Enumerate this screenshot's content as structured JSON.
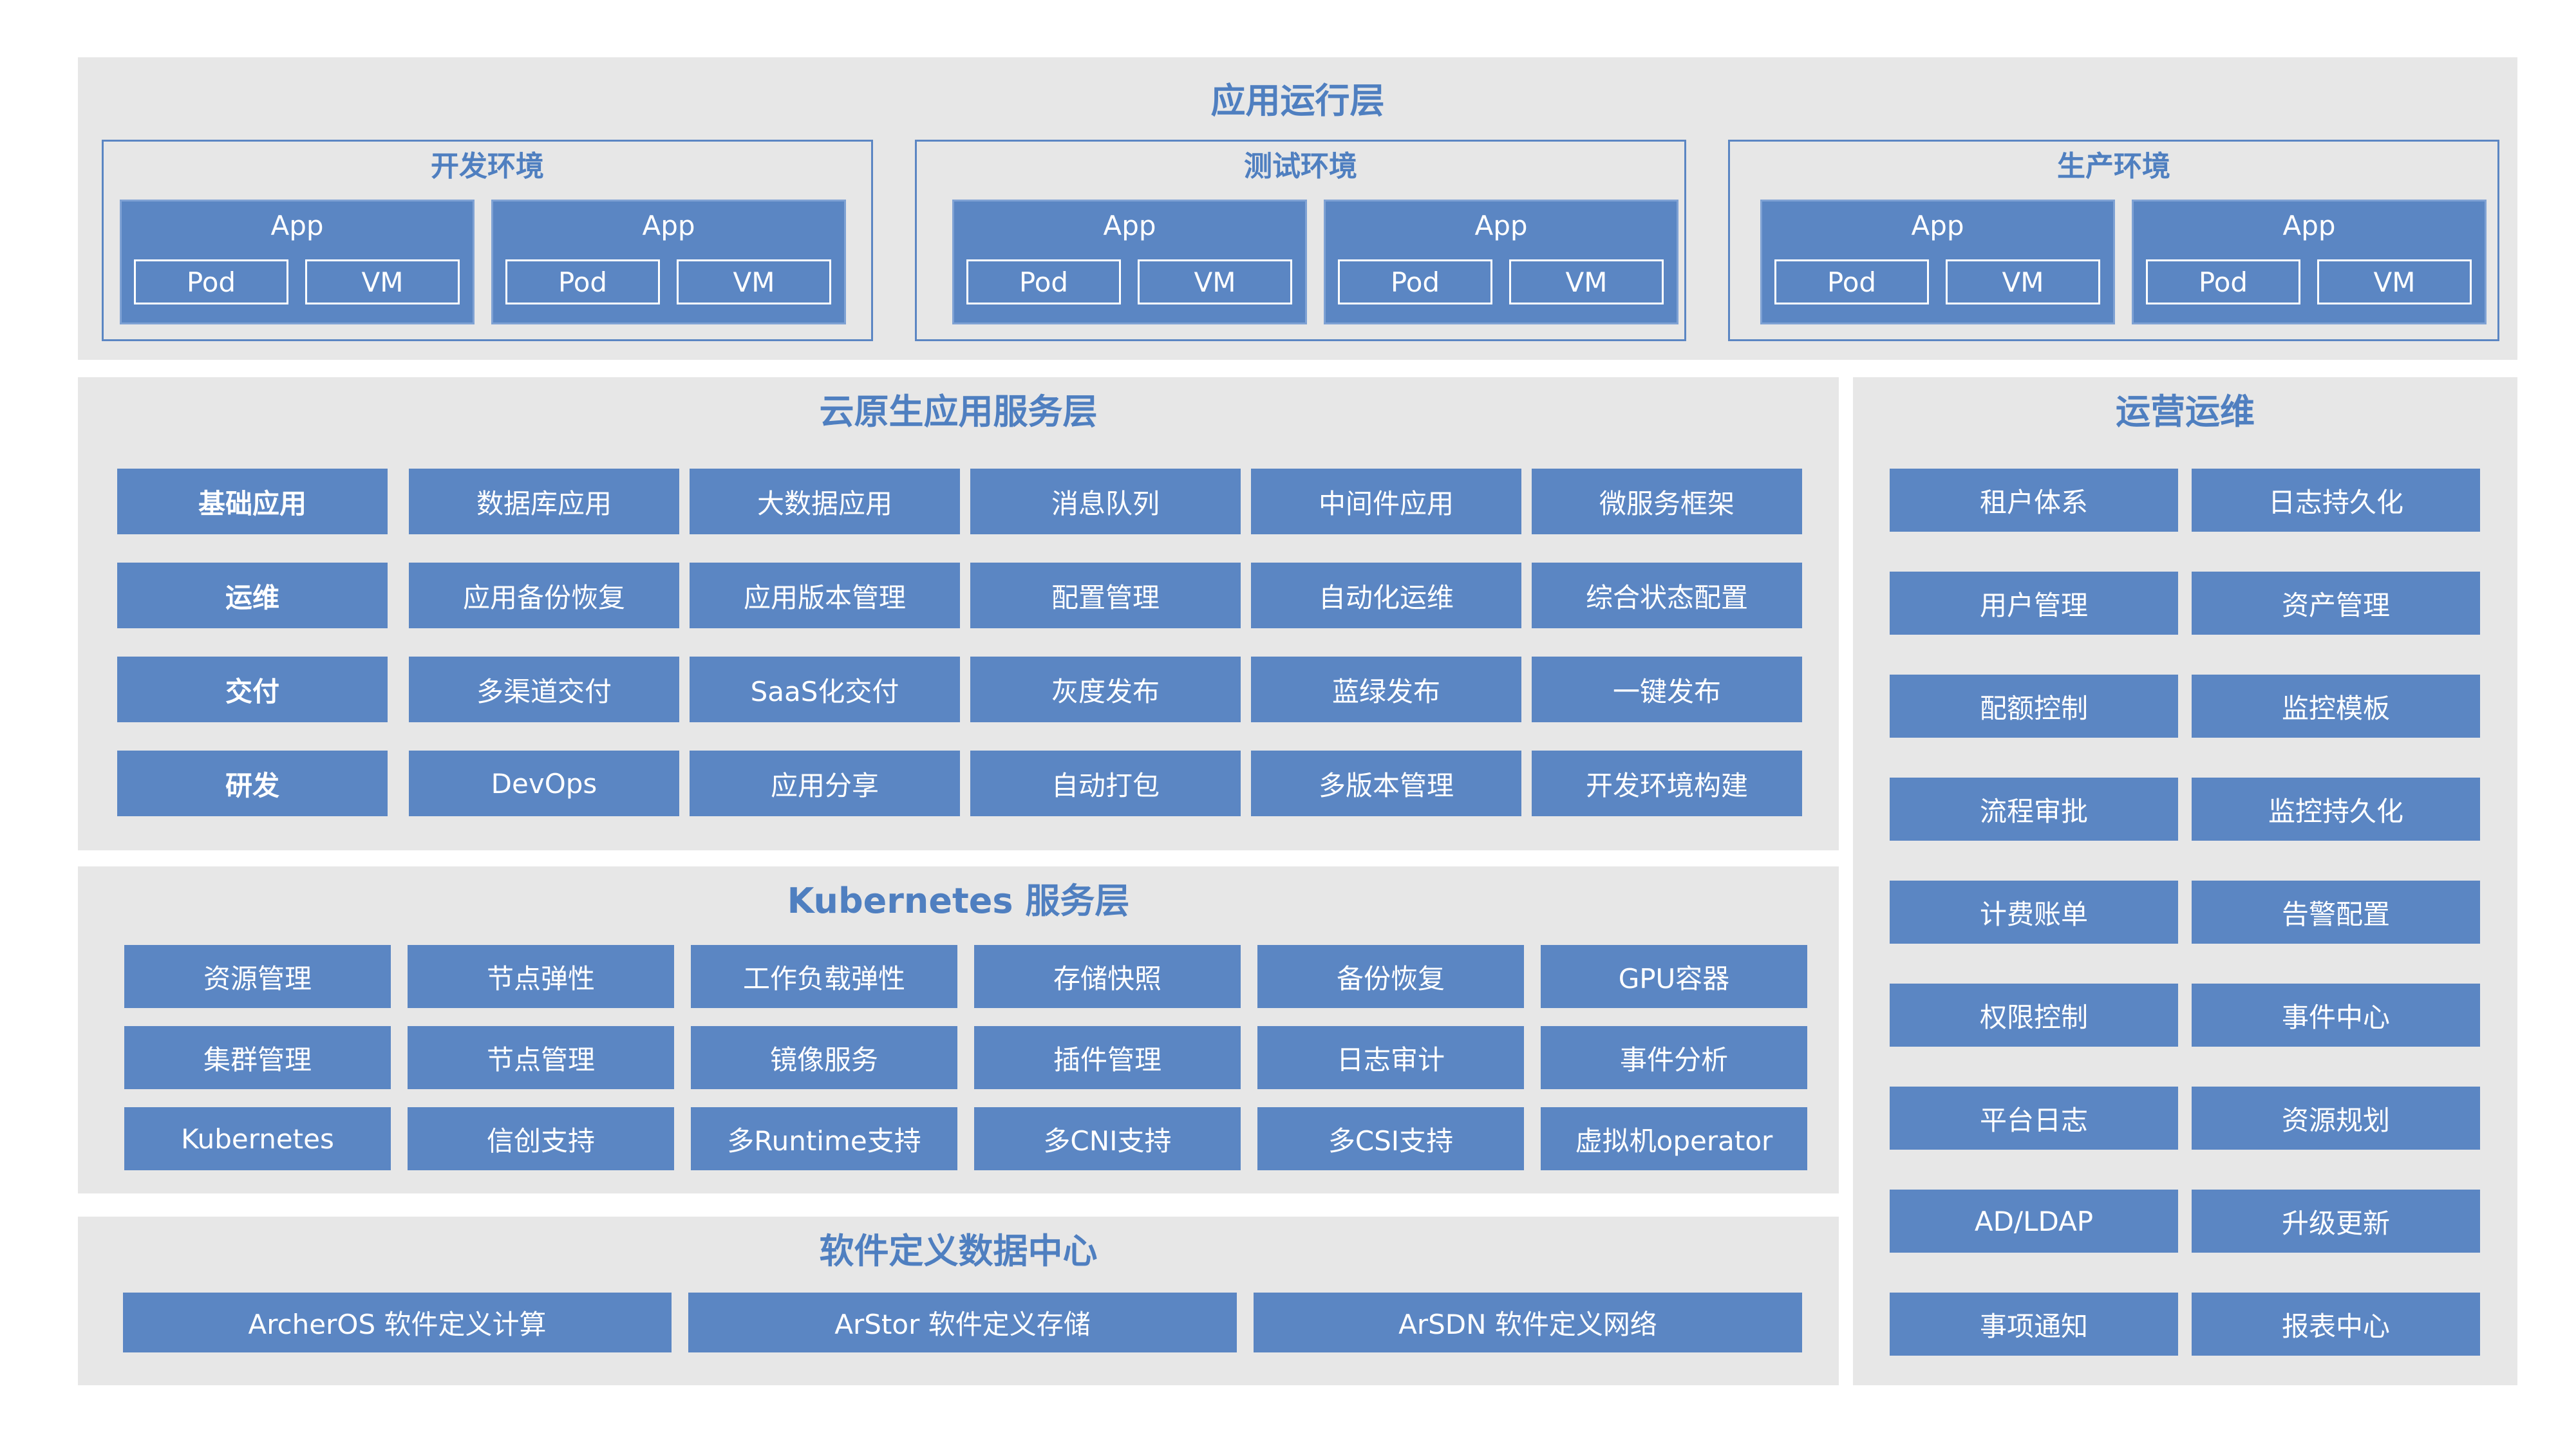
{
  "runtime_layer": {
    "title": "应用运行层",
    "envs": [
      {
        "title": "开发环境",
        "apps": [
          {
            "label": "App",
            "pod": "Pod",
            "vm": "VM"
          },
          {
            "label": "App",
            "pod": "Pod",
            "vm": "VM"
          }
        ]
      },
      {
        "title": "测试环境",
        "apps": [
          {
            "label": "App",
            "pod": "Pod",
            "vm": "VM"
          },
          {
            "label": "App",
            "pod": "Pod",
            "vm": "VM"
          }
        ]
      },
      {
        "title": "生产环境",
        "apps": [
          {
            "label": "App",
            "pod": "Pod",
            "vm": "VM"
          },
          {
            "label": "App",
            "pod": "Pod",
            "vm": "VM"
          }
        ]
      }
    ]
  },
  "cloud_native_layer": {
    "title": "云原生应用服务层",
    "rows": [
      {
        "head": "基础应用",
        "items": [
          "数据库应用",
          "大数据应用",
          "消息队列",
          "中间件应用",
          "微服务框架"
        ]
      },
      {
        "head": "运维",
        "items": [
          "应用备份恢复",
          "应用版本管理",
          "配置管理",
          "自动化运维",
          "综合状态配置"
        ]
      },
      {
        "head": "交付",
        "items": [
          "多渠道交付",
          "SaaS化交付",
          "灰度发布",
          "蓝绿发布",
          "一键发布"
        ]
      },
      {
        "head": "研发",
        "items": [
          "DevOps",
          "应用分享",
          "自动打包",
          "多版本管理",
          "开发环境构建"
        ]
      }
    ]
  },
  "kubernetes_layer": {
    "title": "Kubernetes 服务层",
    "rows": [
      [
        "资源管理",
        "节点弹性",
        "工作负载弹性",
        "存储快照",
        "备份恢复",
        "GPU容器"
      ],
      [
        "集群管理",
        "节点管理",
        "镜像服务",
        "插件管理",
        "日志审计",
        "事件分析"
      ],
      [
        "Kubernetes",
        "信创支持",
        "多Runtime支持",
        "多CNI支持",
        "多CSI支持",
        "虚拟机operator"
      ]
    ]
  },
  "sddc_layer": {
    "title": "软件定义数据中心",
    "items": [
      "ArcherOS  软件定义计算",
      "ArStor  软件定义存储",
      "ArSDN  软件定义网络"
    ]
  },
  "ops_panel": {
    "title": "运营运维",
    "rows": [
      [
        "租户体系",
        "日志持久化"
      ],
      [
        "用户管理",
        "资产管理"
      ],
      [
        "配额控制",
        "监控模板"
      ],
      [
        "流程审批",
        "监控持久化"
      ],
      [
        "计费账单",
        "告警配置"
      ],
      [
        "权限控制",
        "事件中心"
      ],
      [
        "平台日志",
        "资源规划"
      ],
      [
        "AD/LDAP",
        "升级更新"
      ],
      [
        "事项通知",
        "报表中心"
      ]
    ]
  },
  "colors": {
    "panel_bg": "#e7e7e7",
    "box_blue": "#5b86c3",
    "title_blue": "#4f7fc0",
    "text_white": "#ffffff"
  }
}
